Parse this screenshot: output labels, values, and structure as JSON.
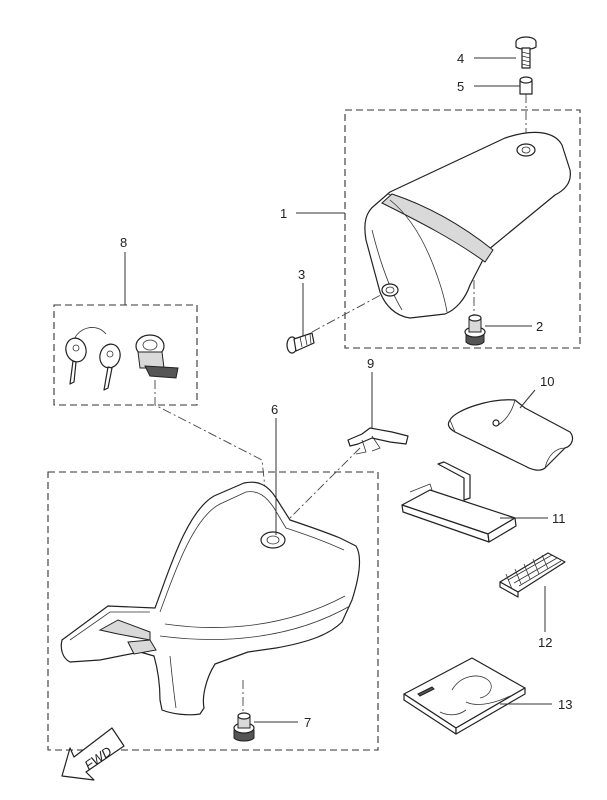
{
  "callouts": [
    {
      "id": "1",
      "label": "1"
    },
    {
      "id": "2",
      "label": "2"
    },
    {
      "id": "3",
      "label": "3"
    },
    {
      "id": "4",
      "label": "4"
    },
    {
      "id": "5",
      "label": "5"
    },
    {
      "id": "6",
      "label": "6"
    },
    {
      "id": "7",
      "label": "7"
    },
    {
      "id": "8",
      "label": "8"
    },
    {
      "id": "9",
      "label": "9"
    },
    {
      "id": "10",
      "label": "10"
    },
    {
      "id": "11",
      "label": "11"
    },
    {
      "id": "12",
      "label": "12"
    },
    {
      "id": "13",
      "label": "13"
    }
  ],
  "direction_arrow": {
    "label": "FWD"
  },
  "icons": [
    "rear-seat-cowl",
    "front-seat",
    "key-set",
    "lock-cylinder",
    "bolt",
    "collar",
    "damper",
    "seat-hook",
    "tool-bag",
    "tool-tray",
    "tool-strip",
    "owners-manual"
  ],
  "colors": {
    "line": "#222222",
    "background": "#ffffff"
  }
}
